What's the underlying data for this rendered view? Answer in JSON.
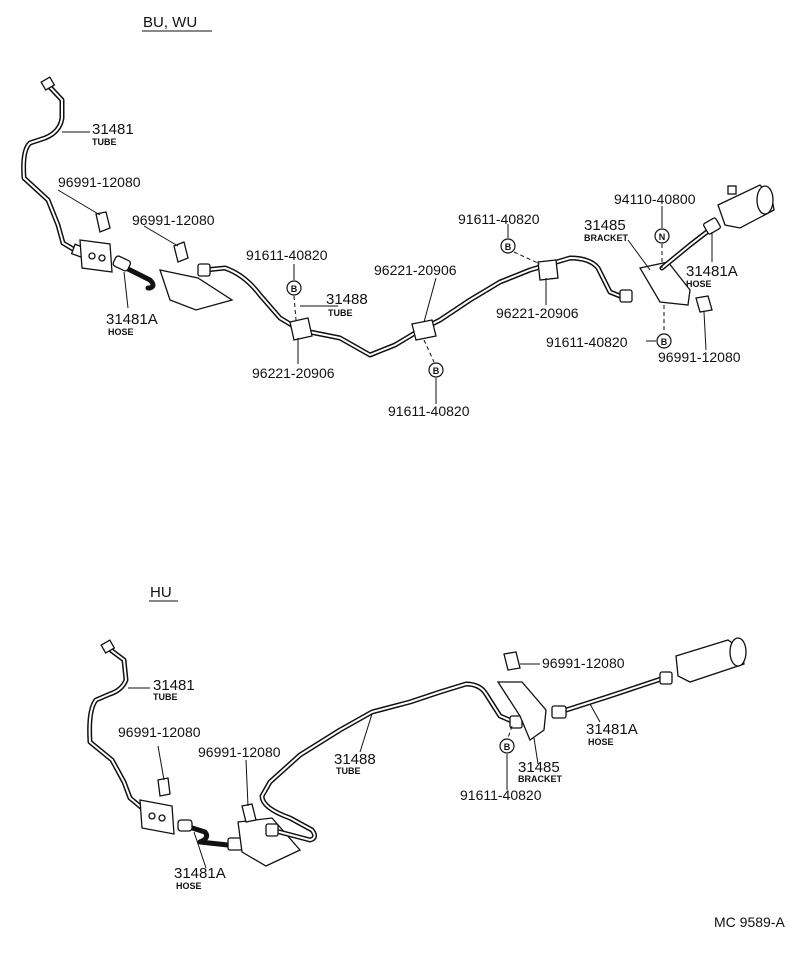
{
  "top_section": {
    "header": "BU, WU",
    "labels": {
      "tube_31481": "31481",
      "tube_31481_sub": "TUBE",
      "clip_left": "96991-12080",
      "clip_mid": "96991-12080",
      "hose_left": "31481A",
      "hose_left_sub": "HOSE",
      "bolt_1": "91611-40820",
      "tube_31488": "31488",
      "tube_31488_sub": "TUBE",
      "clamp_1": "96221-20906",
      "clamp_2": "96221-20906",
      "bolt_2": "91611-40820",
      "bolt_3": "91611-40820",
      "clamp_3": "96221-20906",
      "nut": "94110-40800",
      "bracket": "31485",
      "bracket_sub": "BRACKET",
      "hose_right": "31481A",
      "hose_right_sub": "HOSE",
      "bolt_4": "91611-40820",
      "clip_right": "96991-12080",
      "marker_b": "B",
      "marker_n": "N"
    }
  },
  "bottom_section": {
    "header": "HU",
    "labels": {
      "tube_31481": "31481",
      "tube_31481_sub": "TUBE",
      "clip_left": "96991-12080",
      "clip_mid": "96991-12080",
      "hose_left": "31481A",
      "hose_left_sub": "HOSE",
      "tube_31488": "31488",
      "tube_31488_sub": "TUBE",
      "clip_top": "96991-12080",
      "bracket": "31485",
      "bracket_sub": "BRACKET",
      "bolt": "91611-40820",
      "hose_right": "31481A",
      "hose_right_sub": "HOSE",
      "marker_b": "B"
    }
  },
  "footer": {
    "code": "MC 9589-A"
  }
}
